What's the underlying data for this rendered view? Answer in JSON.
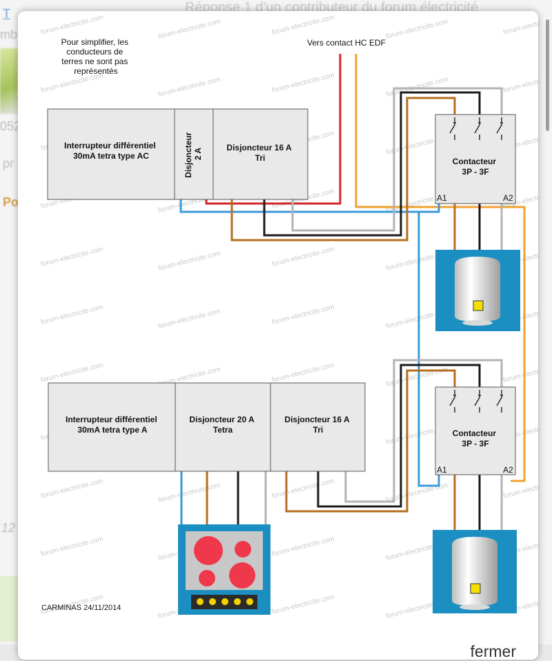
{
  "background_page": {
    "heading": "Réponse 1 d'un contributeur du forum électricité",
    "fragments": [
      "T",
      "mb",
      "052",
      "pr",
      "Po",
      "12"
    ]
  },
  "diagram": {
    "note_lines": [
      "Pour simplifier, les",
      "conducteurs de",
      "terres ne sont pas",
      "représentés"
    ],
    "hc_label": "Vers contact HC EDF",
    "top_row": {
      "differential_lines": [
        "Interrupteur différentiel",
        "30mA tetra type AC"
      ],
      "breaker_2a_lines": [
        "Disjoncteur",
        "2 A"
      ],
      "breaker_16a_lines": [
        "Disjoncteur 16 A",
        "Tri"
      ],
      "contactor_lines": [
        "Contacteur",
        "3P - 3F"
      ],
      "a1": "A1",
      "a2": "A2"
    },
    "bottom_row": {
      "differential_lines": [
        "Interrupteur différentiel",
        "30mA tetra type A"
      ],
      "breaker_20a_lines": [
        "Disjoncteur  20 A",
        "Tetra"
      ],
      "breaker_16a_lines": [
        "Disjoncteur  16 A",
        "Tri"
      ],
      "contactor_lines": [
        "Contacteur",
        "3P - 3F"
      ],
      "a1": "A1",
      "a2": "A2"
    },
    "signature": "CARMINAS 24/11/2014",
    "watermark": "forum-electricite.com",
    "colors": {
      "phase_red": "#d2232a",
      "phase_black": "#1a1a1a",
      "phase_grey": "#b3b3b3",
      "phase_brown": "#b56d1f",
      "neutral_blue": "#3a9ad9",
      "control_orange": "#f0a030",
      "appliance_frame": "#1c8fc2",
      "box_fill": "#e9e9e9"
    }
  },
  "close_label": "fermer"
}
